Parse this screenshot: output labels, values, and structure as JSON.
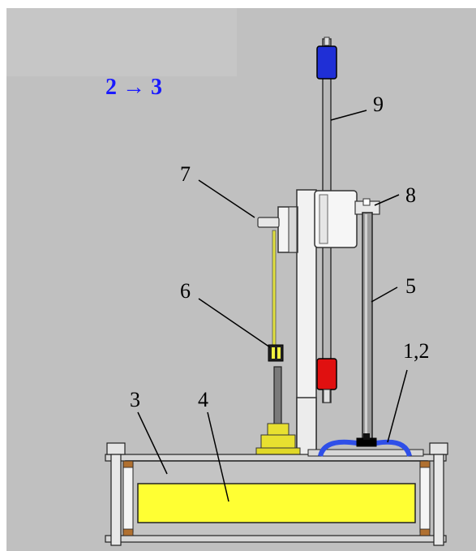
{
  "step_label": "2 → 3",
  "callouts": {
    "c1": "1,2",
    "c3": "3",
    "c4": "4",
    "c5": "5",
    "c6": "6",
    "c7": "7",
    "c8": "8",
    "c9": "9"
  },
  "colors": {
    "background": "#c0c0c0",
    "panel": "#bdbdbd",
    "weight_top": "#1f2fd6",
    "weight_bottom": "#e01010",
    "tank": "#ffff33",
    "membrane": "#2f4fe8",
    "thread": "#e0e040",
    "step_text": "#1a1aff"
  }
}
